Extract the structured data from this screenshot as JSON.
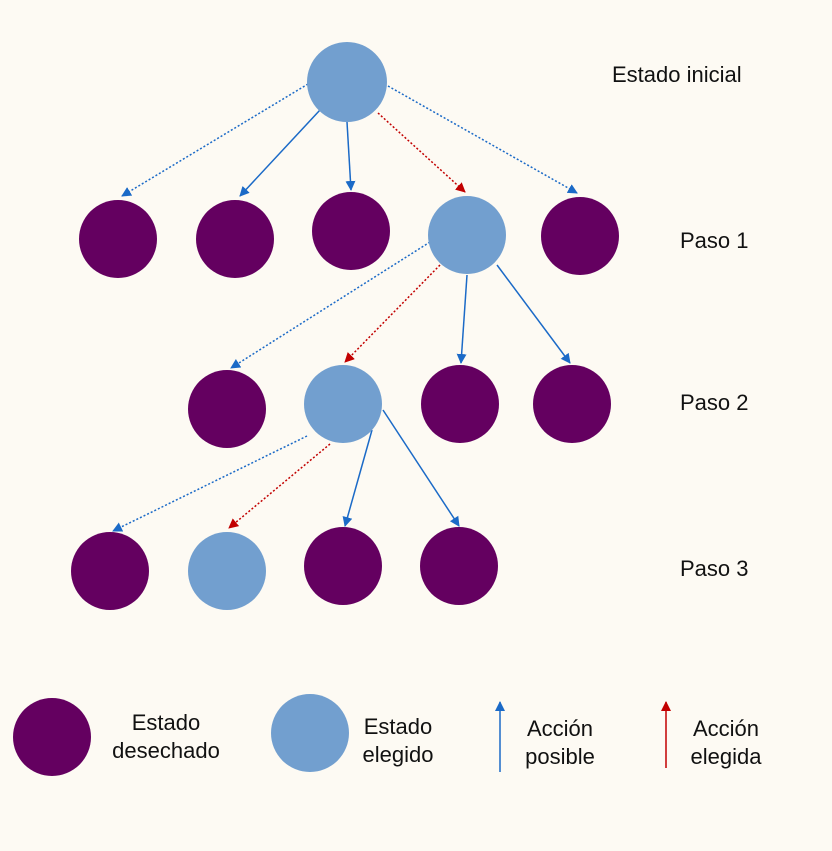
{
  "colors": {
    "background": "#fdfaf3",
    "discarded_state": "#640060",
    "chosen_state": "#729fcf",
    "possible_action": "#1b6ac7",
    "chosen_action": "#c20000"
  },
  "levels": [
    {
      "label": "Estado inicial",
      "nodes": [
        "chosen"
      ]
    },
    {
      "label": "Paso 1",
      "nodes": [
        "discarded",
        "discarded",
        "discarded",
        "chosen",
        "discarded"
      ]
    },
    {
      "label": "Paso 2",
      "nodes": [
        "discarded",
        "chosen",
        "discarded",
        "discarded"
      ]
    },
    {
      "label": "Paso 3",
      "nodes": [
        "discarded",
        "chosen",
        "discarded",
        "discarded"
      ]
    }
  ],
  "legend": {
    "discarded": {
      "line1": "Estado",
      "line2": "desechado"
    },
    "chosen": {
      "line1": "Estado",
      "line2": "elegido"
    },
    "possible_action": {
      "line1": "Acción",
      "line2": "posible"
    },
    "chosen_action": {
      "line1": "Acción",
      "line2": "elegida"
    }
  }
}
